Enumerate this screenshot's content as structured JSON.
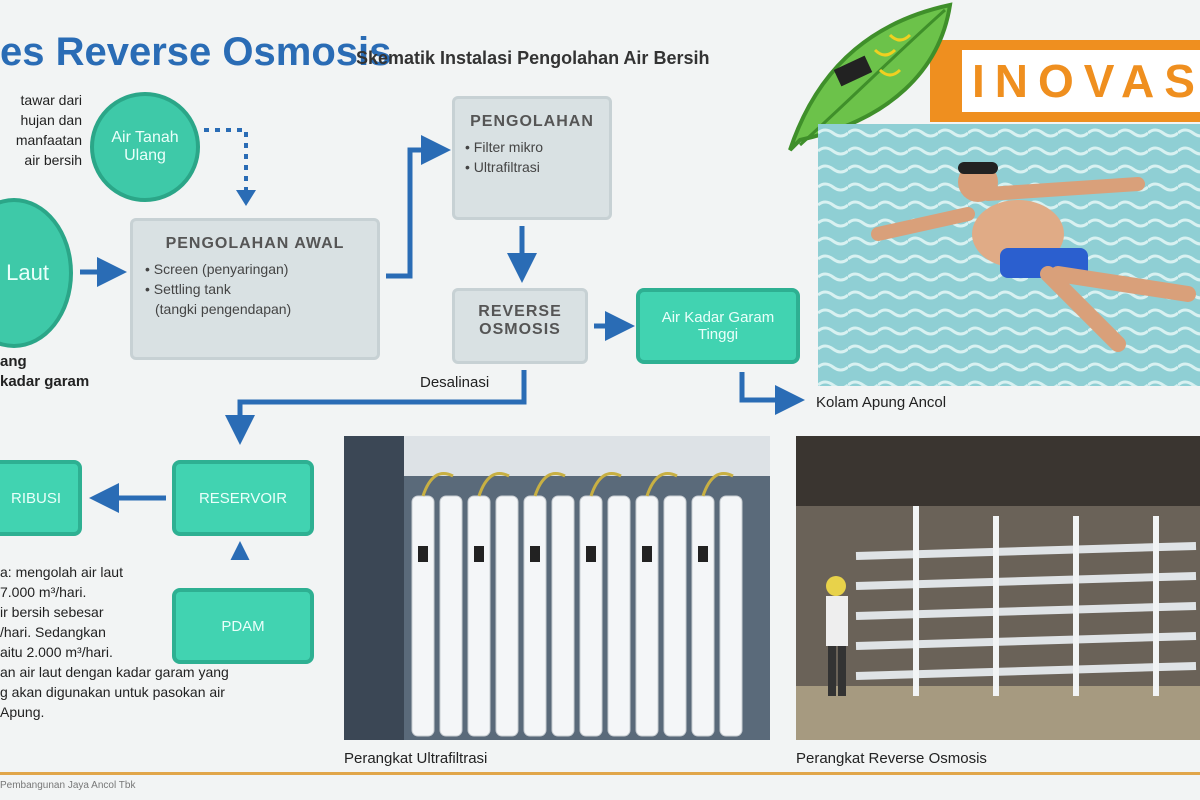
{
  "header": {
    "title": "es Reverse Osmosis",
    "subtitle": "Skematik Instalasi Pengolahan Air Bersih",
    "banner": "INOVASI"
  },
  "left_text": {
    "top_lines": [
      "tawar dari",
      "hujan dan",
      "manfaatan",
      "air bersih"
    ],
    "bottom_lines": [
      "ang",
      "kadar garam"
    ]
  },
  "nodes": {
    "air_tanah": "Air Tanah Ulang",
    "laut": "Laut",
    "pengolahan_awal_title": "PENGOLAHAN AWAL",
    "pengolahan_awal_items": [
      "• Screen (penyaringan)",
      "• Settling tank",
      "(tangki pengendapan)"
    ],
    "pengolahan_title": "PENGOLAHAN",
    "pengolahan_items": [
      "• Filter mikro",
      "• Ultrafiltrasi"
    ],
    "ro_line1": "REVERSE",
    "ro_line2": "OSMOSIS",
    "air_kadar": "Air Kadar Garam Tinggi",
    "desalinasi": "Desalinasi",
    "kolam": "Kolam Apung Ancol",
    "distribusi": "RIBUSI",
    "reservoir": "RESERVOIR",
    "pdam": "PDAM"
  },
  "bottom_text": [
    "a: mengolah air laut",
    "7.000 m³/hari.",
    "ir bersih sebesar",
    "/hari. Sedangkan",
    "aitu 2.000 m³/hari.",
    "an air laut dengan kadar garam yang",
    "g akan digunakan untuk pasokan air",
    "Apung."
  ],
  "captions": {
    "ultrafiltrasi": "Perangkat Ultrafiltrasi",
    "reverse_osmosis": "Perangkat Reverse Osmosis",
    "source": "Pembangunan Jaya Ancol Tbk"
  },
  "colors": {
    "accent_blue": "#2a6cb5",
    "teal": "#41d3b1",
    "orange": "#ef8f1f",
    "box_gray": "#d9e1e3"
  }
}
